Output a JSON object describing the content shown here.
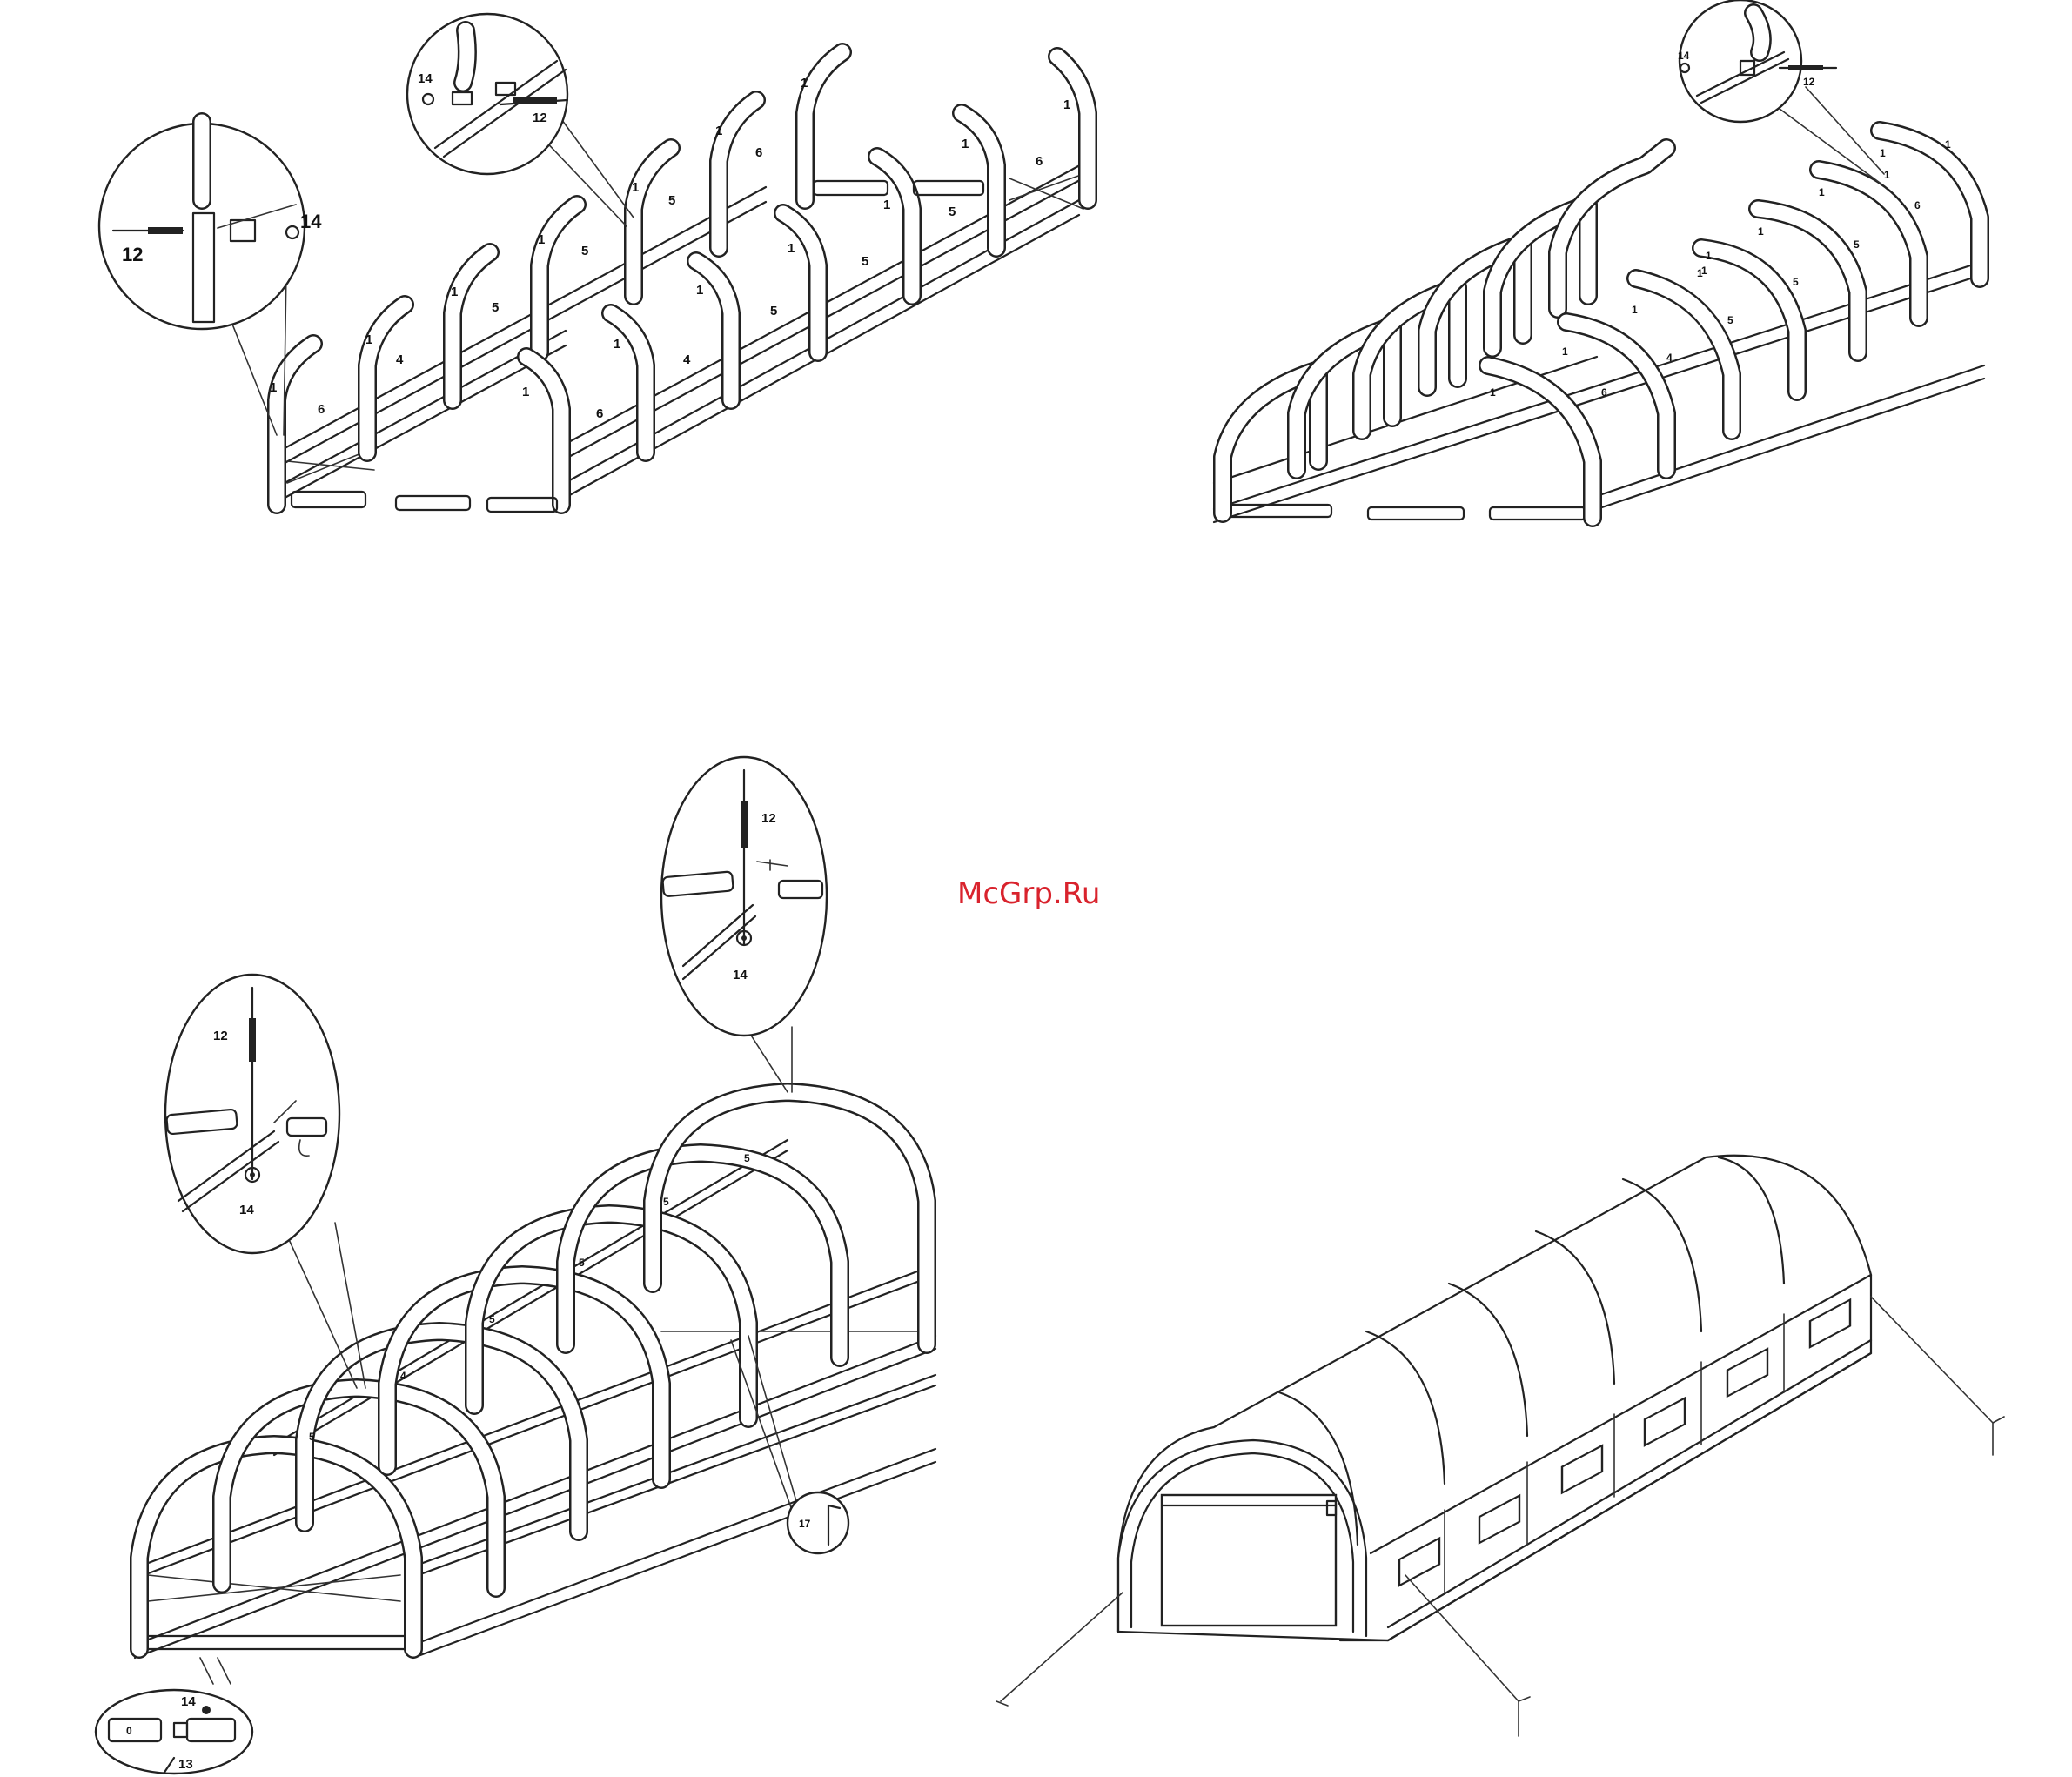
{
  "watermark": "McGrp.Ru",
  "step1": {
    "callout_a": {
      "bolt": "12",
      "nut": "14"
    },
    "callout_b": {
      "nut": "14",
      "bolt": "12"
    },
    "part_labels": [
      "1",
      "6",
      "1",
      "4",
      "1",
      "5",
      "1",
      "5",
      "1",
      "5",
      "1",
      "6",
      "1",
      "6",
      "1",
      "4",
      "1",
      "5",
      "1",
      "5",
      "1",
      "5",
      "1",
      "6",
      "1",
      "1"
    ]
  },
  "step2": {
    "callout": {
      "nut": "14",
      "bolt": "12"
    },
    "part_labels": [
      "1",
      "6",
      "1",
      "4",
      "1",
      "5",
      "1",
      "5",
      "1",
      "5",
      "1",
      "6",
      "1",
      "1",
      "1",
      "1",
      "1"
    ]
  },
  "step3": {
    "callout_top": {
      "bolt": "12",
      "nut": "14"
    },
    "callout_left": {
      "bolt": "12",
      "nut": "14"
    },
    "callout_bottom": {
      "nut": "14",
      "pin": "13",
      "tube": "0"
    },
    "stake_label": "17",
    "arch_labels": [
      "5",
      "4",
      "5",
      "5",
      "5",
      "5"
    ]
  }
}
